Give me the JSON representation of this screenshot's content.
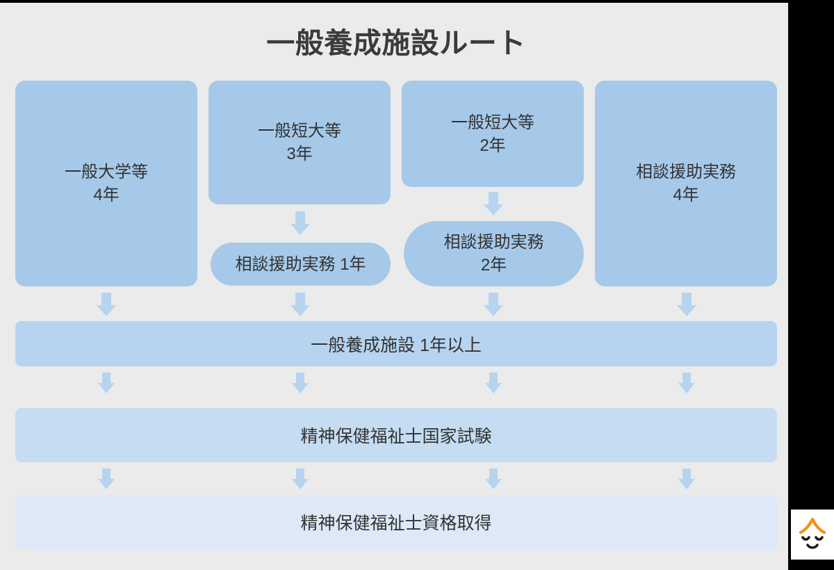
{
  "diagram": {
    "title": "一般養成施設ルート",
    "background_color": "#ebebeb",
    "accent_color": "#a6c9e9",
    "text_color": "#333333",
    "columns": [
      {
        "id": "col-university",
        "top_node": "一般大学等\n4年",
        "second_node": null
      },
      {
        "id": "col-junior-college-3",
        "top_node": "一般短大等\n3年",
        "second_node": "相談援助実務 1年"
      },
      {
        "id": "col-junior-college-2",
        "top_node": "一般短大等\n2年",
        "second_node": "相談援助実務\n2年"
      },
      {
        "id": "col-practice-4",
        "top_node": "相談援助実務\n4年",
        "second_node": null
      }
    ],
    "stages": [
      {
        "id": "training-facility",
        "label": "一般養成施設 1年以上",
        "color": "#b6d4ef"
      },
      {
        "id": "national-exam",
        "label": "精神保健福祉士国家試験",
        "color": "#c5dcf2"
      },
      {
        "id": "license",
        "label": "精神保健福祉士資格取得",
        "color": "#dde9f7"
      }
    ],
    "arrow_color": "#b6d4ef",
    "logo": {
      "name": "person-face-logo",
      "hair_color": "#f29318",
      "face_color": "#231815"
    }
  }
}
